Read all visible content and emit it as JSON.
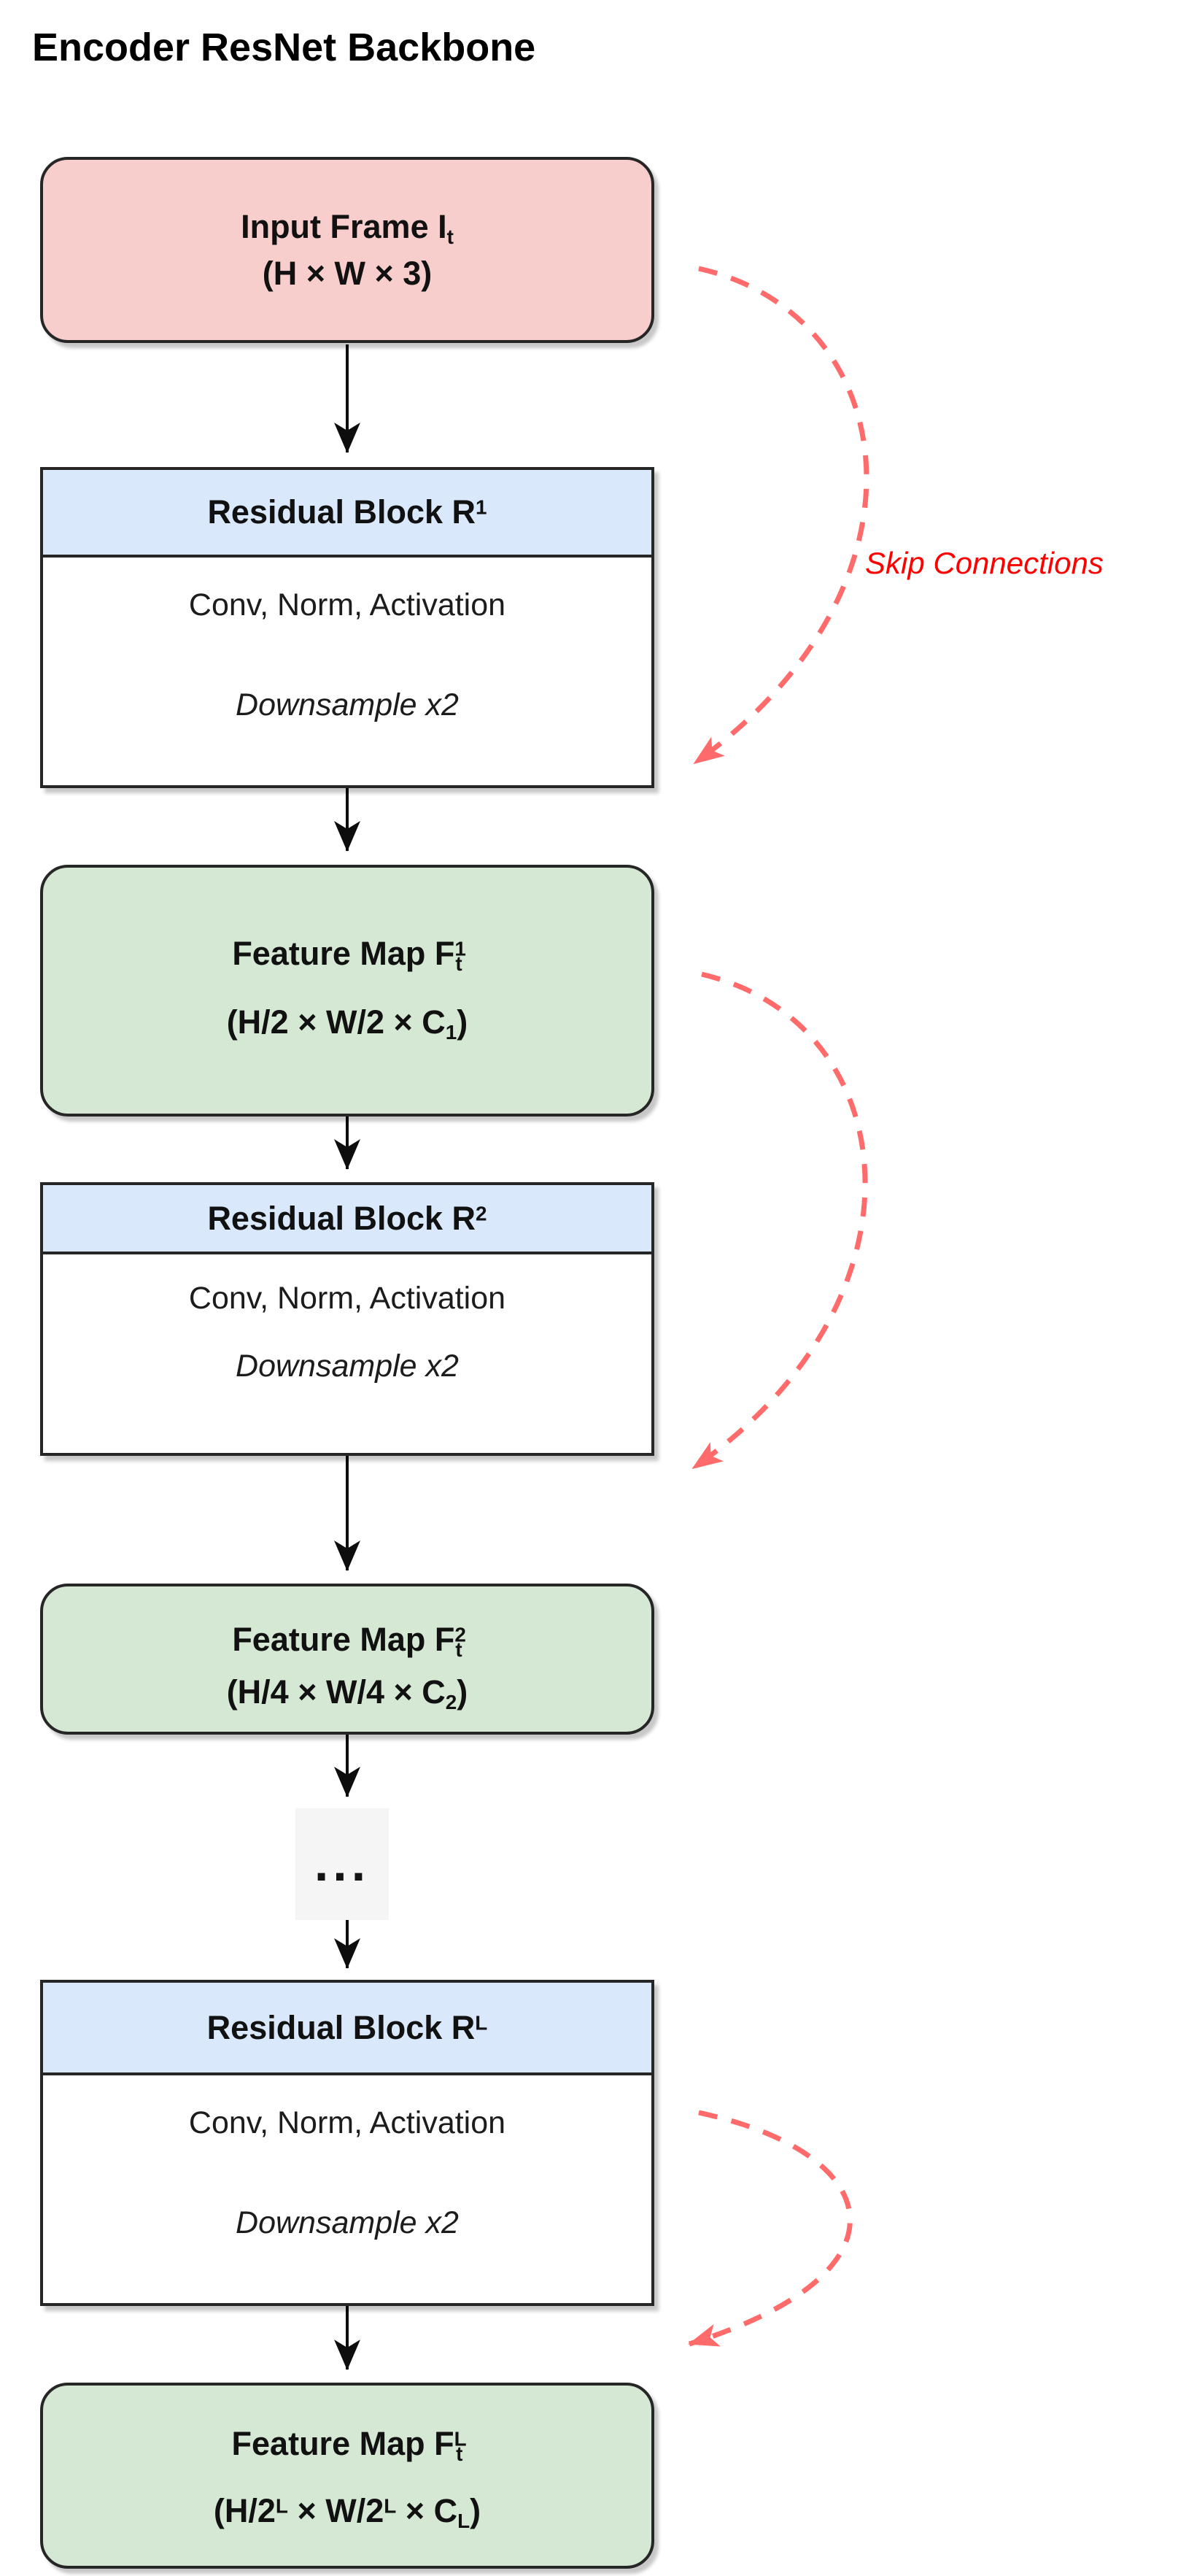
{
  "title": "Encoder ResNet Backbone",
  "skip": {
    "label": "Skip Connections"
  },
  "colors": {
    "node_pink": "#f8cecc",
    "node_blue": "#dae8fc",
    "node_green": "#d5e8d4",
    "border": "#262626",
    "arrow": "#0d0d0d",
    "skip": "#ff6b6b",
    "skip_label": "#ff0000",
    "ellipsis_bg": "#f5f5f5"
  },
  "nodes": {
    "input": {
      "line1": [
        {
          "t": "Input Frame I"
        },
        {
          "t": "t",
          "m": "sub"
        }
      ],
      "line2": [
        {
          "t": "(H × W × 3)"
        }
      ]
    },
    "r1": {
      "header": [
        {
          "t": "Residual Block R"
        },
        {
          "t": "1",
          "m": "sup"
        }
      ],
      "body1": [
        {
          "t": "Conv, Norm, Activation"
        }
      ],
      "body2": [
        {
          "t": "Downsample x2"
        }
      ]
    },
    "f1": {
      "line1": [
        {
          "t": "Feature Map F"
        },
        {
          "t": "1",
          "m": "sup"
        },
        {
          "t": "t",
          "m": "sub"
        }
      ],
      "line2": [
        {
          "t": "(H/2 × W/2 × C"
        },
        {
          "t": "1",
          "m": "sub"
        },
        {
          "t": ")"
        }
      ]
    },
    "r2": {
      "header": [
        {
          "t": "Residual Block R"
        },
        {
          "t": "2",
          "m": "sup"
        }
      ],
      "body1": [
        {
          "t": "Conv, Norm, Activation"
        }
      ],
      "body2": [
        {
          "t": "Downsample x2"
        }
      ]
    },
    "f2": {
      "line1": [
        {
          "t": "Feature Map F"
        },
        {
          "t": "2",
          "m": "sup"
        },
        {
          "t": "t",
          "m": "sub"
        }
      ],
      "line2": [
        {
          "t": "(H/4 × W/4 × C"
        },
        {
          "t": "2",
          "m": "sub"
        },
        {
          "t": ")"
        }
      ]
    },
    "ellipsis": {
      "text": "..."
    },
    "rl": {
      "header": [
        {
          "t": "Residual Block R"
        },
        {
          "t": "L",
          "m": "sup"
        }
      ],
      "body1": [
        {
          "t": "Conv, Norm, Activation"
        }
      ],
      "body2": [
        {
          "t": "Downsample x2"
        }
      ]
    },
    "fl": {
      "line1": [
        {
          "t": "Feature Map F"
        },
        {
          "t": "L",
          "m": "sup"
        },
        {
          "t": "t",
          "m": "sub"
        }
      ],
      "line2": [
        {
          "t": "(H/2"
        },
        {
          "t": "L",
          "m": "sup"
        },
        {
          "t": " × W/2"
        },
        {
          "t": "L",
          "m": "sup"
        },
        {
          "t": " × C"
        },
        {
          "t": "L",
          "m": "sub"
        },
        {
          "t": ")"
        }
      ]
    }
  }
}
